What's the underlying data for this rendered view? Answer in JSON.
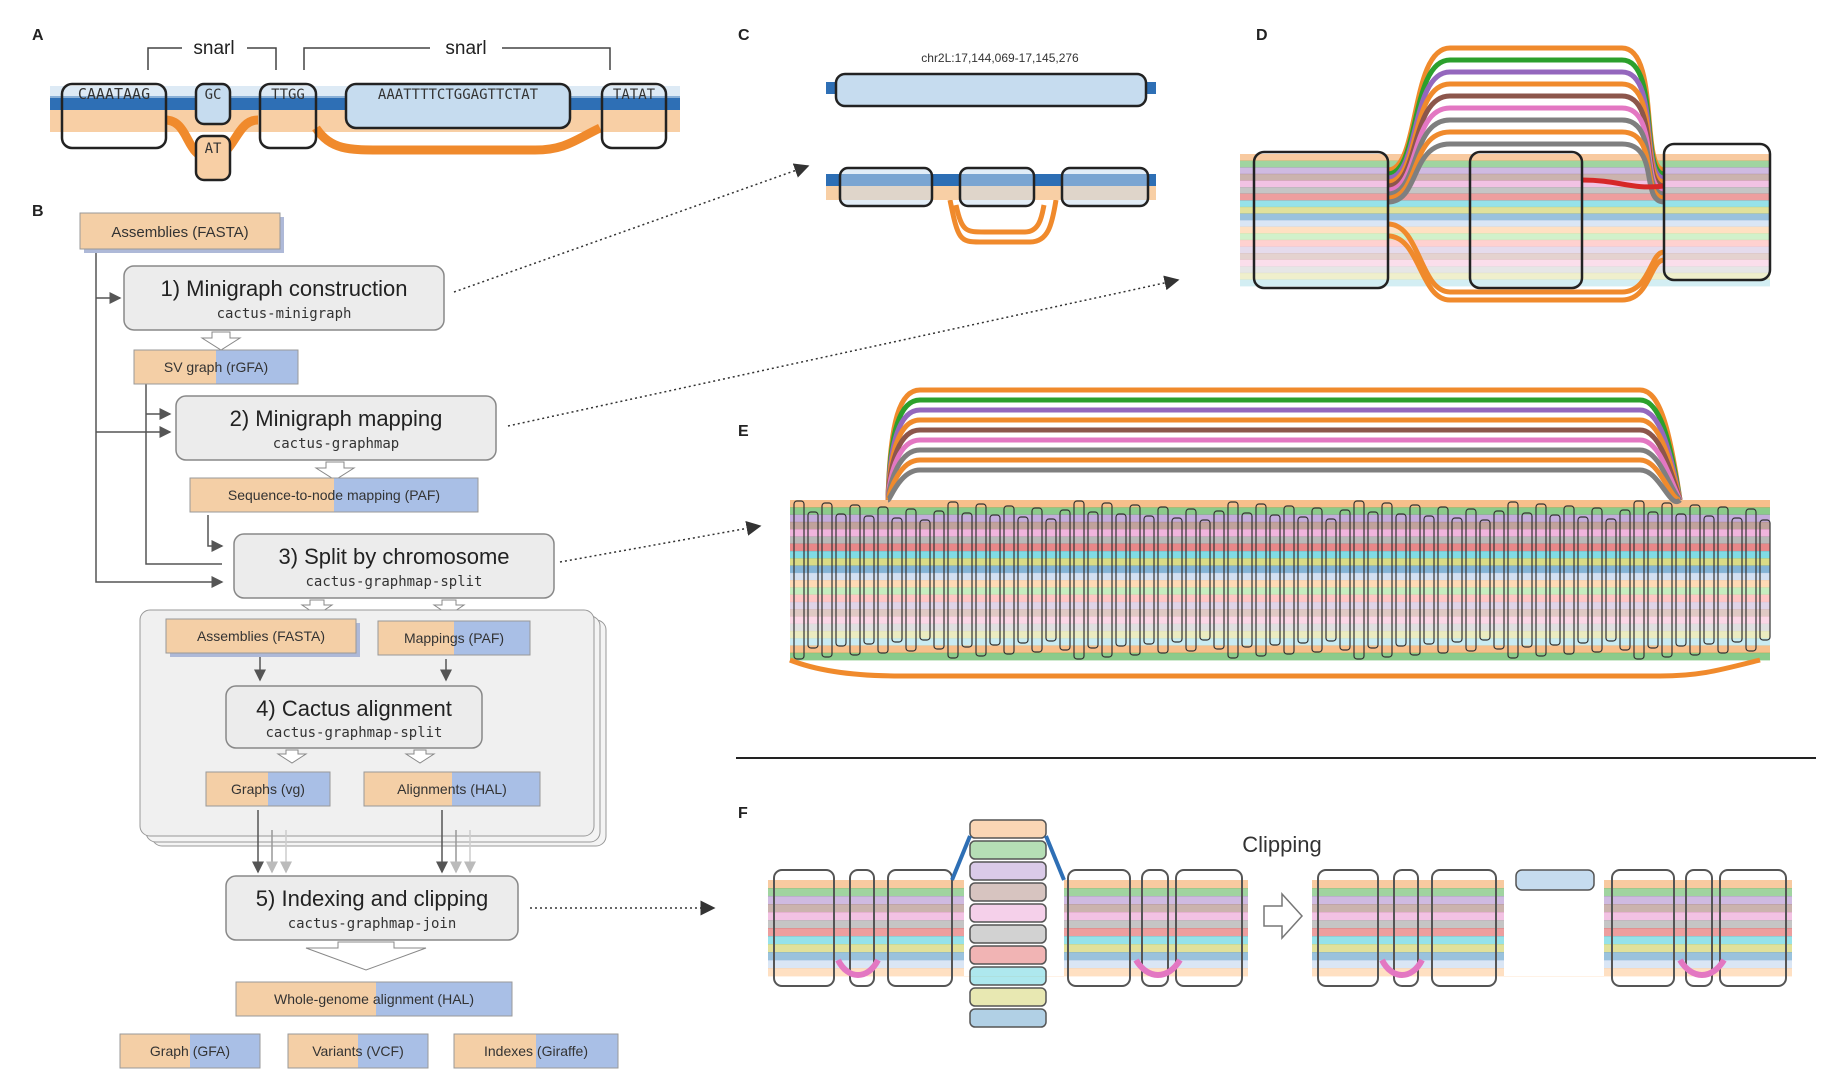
{
  "panels": {
    "A": "A",
    "B": "B",
    "C": "C",
    "D": "D",
    "E": "E",
    "F": "F"
  },
  "panelA": {
    "snarl_left": "snarl",
    "snarl_right": "snarl",
    "nodes": [
      "CAAATAAG",
      "GC",
      "AT",
      "TTGG",
      "AAATTTTCTGGAGTTCTAT",
      "TATAT"
    ]
  },
  "panelB": {
    "assemblies": "Assemblies (FASTA)",
    "step1_title": "1) Minigraph construction",
    "step1_cmd": "cactus-minigraph",
    "sv_graph": "SV graph (rGFA)",
    "step2_title": "2) Minigraph mapping",
    "step2_cmd": "cactus-graphmap",
    "seq_mapping": "Sequence-to-node mapping (PAF)",
    "step3_title": "3) Split by chromosome",
    "step3_cmd": "cactus-graphmap-split",
    "chr_assemblies": "Assemblies (FASTA)",
    "chr_mappings": "Mappings (PAF)",
    "step4_title": "4) Cactus alignment",
    "step4_cmd": "cactus-graphmap-split",
    "graphs": "Graphs (vg)",
    "alignments": "Alignments (HAL)",
    "step5_title": "5) Indexing and clipping",
    "step5_cmd": "cactus-graphmap-join",
    "wga": "Whole-genome alignment (HAL)",
    "out_graph": "Graph (GFA)",
    "out_variants": "Variants (VCF)",
    "out_indexes": "Indexes (Giraffe)"
  },
  "panelC": {
    "region": "chr2L:17,144,069-17,145,276"
  },
  "panelF": {
    "clipping": "Clipping"
  },
  "colors": {
    "blue_path": "#2e6fb5",
    "orange_path": "#f08a2c",
    "orange_box": "#f4cfa6",
    "blue_box": "#a9bfe6",
    "node_fill": "#c6dcef",
    "gray_box": "#ececec",
    "path_palette": [
      "#f08a2c",
      "#2ca02c",
      "#9467bd",
      "#8c564b",
      "#e377c2",
      "#7f7f7f",
      "#d62728",
      "#17becf",
      "#bcbd22",
      "#1f77b4",
      "#aec7e8",
      "#ffbb78",
      "#98df8a",
      "#ff9896",
      "#c5b0d5",
      "#c49c94",
      "#f7b6d2",
      "#c7c7c7",
      "#dbdb8d",
      "#9edae5"
    ]
  },
  "icons": {
    "arrow": "right-arrow-icon"
  }
}
